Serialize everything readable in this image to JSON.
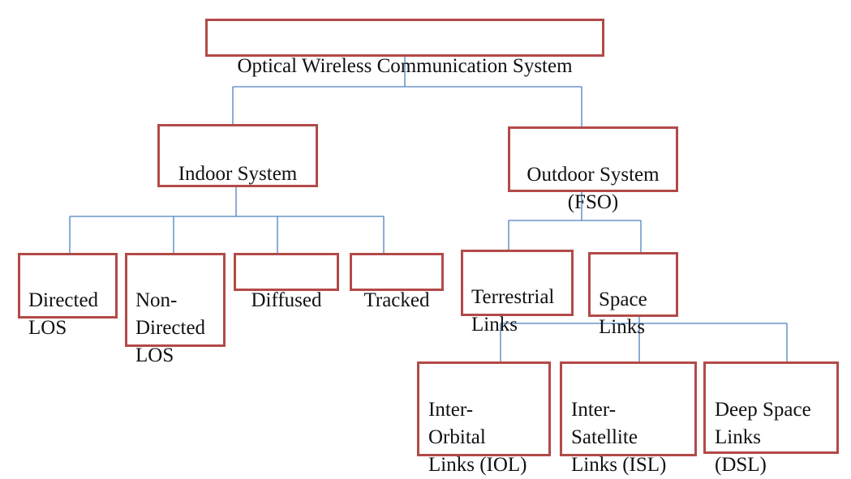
{
  "diagram": {
    "root": "Optical Wireless Communication System",
    "indoor": {
      "label": "Indoor System",
      "children": [
        "Directed\nLOS",
        "Non-\nDirected\nLOS",
        "Diffused",
        "Tracked"
      ]
    },
    "outdoor": {
      "label": "Outdoor System\n(FSO)",
      "children": [
        "Terrestrial\nLinks",
        "Space\nLinks"
      ]
    },
    "space_links_children": [
      "Inter-\nOrbital\nLinks (IOL)",
      "Inter-\nSatellite\nLinks (ISL)",
      "Deep Space\nLinks\n(DSL)"
    ],
    "colors": {
      "box_border": "#b24a48",
      "connector": "#4f81bd",
      "text": "#111111"
    }
  }
}
